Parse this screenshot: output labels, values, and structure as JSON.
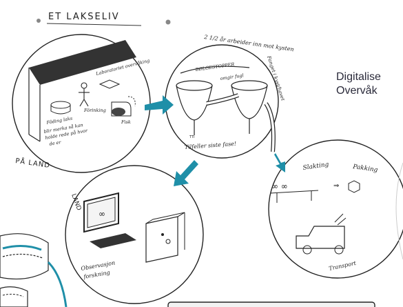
{
  "title": "ET LAKSELIV",
  "circle1": {
    "corner_label": "PÅ LAND",
    "lab_label": "Laboratoriet overvåking",
    "fish_left": "Fôding laks",
    "fish_right": "Fisk",
    "feeding": "Fôrinking",
    "note_line1": "blir merka så kan",
    "note_line2": "holde rede på hvor",
    "note_line3": "de er"
  },
  "circle2": {
    "top_label": "2 1/2 år arbeider inn mot kysten",
    "side_label": "Fanget i kyst/havet",
    "breakwater": "BØLGESTOPPER",
    "sub_label": "omgir fugl",
    "bottom_label": "Tilfeller siste fase!",
    "tiny": "TTI"
  },
  "circle3": {
    "slaughter": "Slakting",
    "packing": "Pakking",
    "transport": "Transport"
  },
  "circle4": {
    "corner_label": "LAND",
    "monitor_symbol": "∞",
    "obs_line1": "Observasjon",
    "obs_line2": "forskning"
  },
  "overlay": {
    "line1": "Digitalise",
    "line2": "Overvåk"
  },
  "colors": {
    "arrow": "#1f8fa8",
    "ink": "#222222",
    "panel": "#f2f2f2"
  }
}
